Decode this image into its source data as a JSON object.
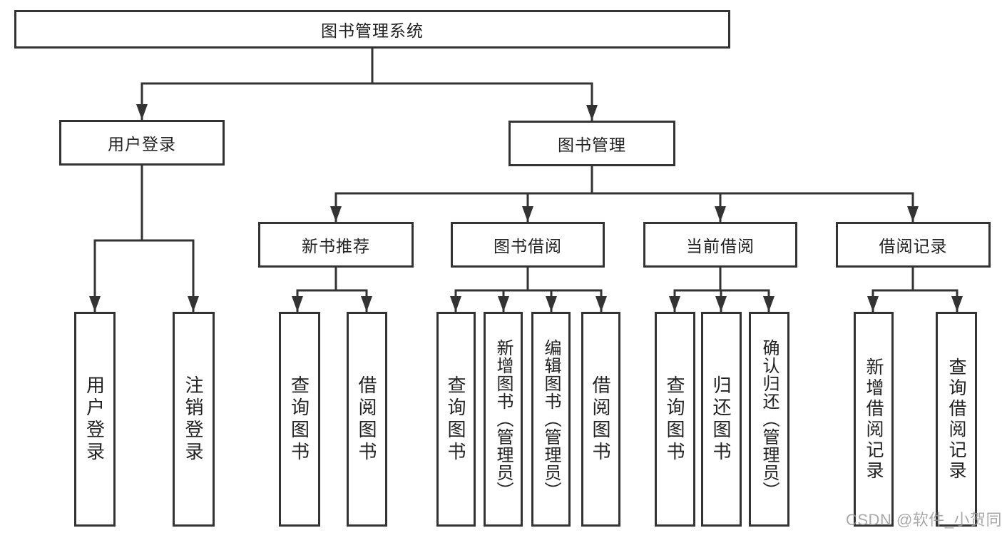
{
  "tree": {
    "label": "图书管理系统",
    "children": [
      {
        "label": "用户登录",
        "children": [
          {
            "label": "用户登录"
          },
          {
            "label": "注销登录"
          }
        ]
      },
      {
        "label": "图书管理",
        "children": [
          {
            "label": "新书推荐",
            "children": [
              {
                "label": "查询图书"
              },
              {
                "label": "借阅图书"
              }
            ]
          },
          {
            "label": "图书借阅",
            "children": [
              {
                "label": "查询图书"
              },
              {
                "label": "新增图书（管理员）"
              },
              {
                "label": "编辑图书（管理员）"
              },
              {
                "label": "借阅图书"
              }
            ]
          },
          {
            "label": "当前借阅",
            "children": [
              {
                "label": "查询图书"
              },
              {
                "label": "归还图书"
              },
              {
                "label": "确认归还（管理员）"
              }
            ]
          },
          {
            "label": "借阅记录",
            "children": [
              {
                "label": "新增借阅记录"
              },
              {
                "label": "查询借阅记录"
              }
            ]
          }
        ]
      }
    ]
  },
  "watermark": {
    "text": "CSDN @软件_小贺同学",
    "color": "#969696"
  },
  "colors": {
    "line": "#333333",
    "box_border": "#333333",
    "text": "#222222",
    "background": "#ffffff"
  }
}
